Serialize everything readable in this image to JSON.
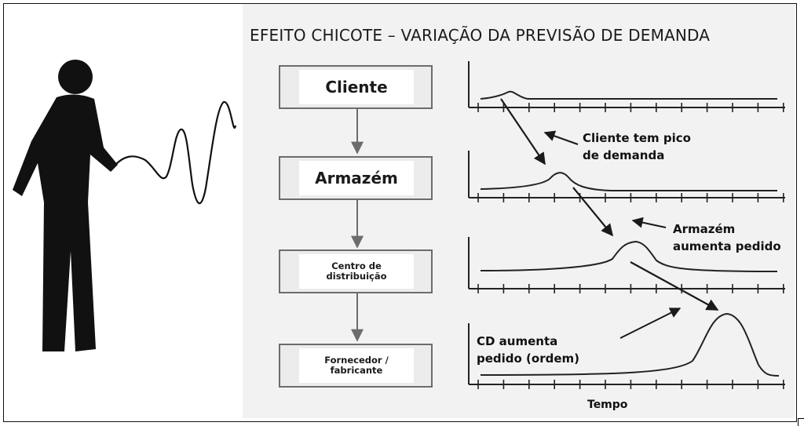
{
  "title": "EFEITO CHICOTE – VARIAÇÃO DA PREVISÃO DE DEMANDA",
  "boxes": {
    "cliente": "Cliente",
    "armazem": "Armazém",
    "centro_line1": "Centro de",
    "centro_line2": "distribuição",
    "fornecedor_line1": "Fornecedor /",
    "fornecedor_line2": "fabricante"
  },
  "annotations": {
    "cliente_pico_line1": "Cliente tem pico",
    "cliente_pico_line2": "de demanda",
    "armazem_line1": "Armazém",
    "armazem_line2": "aumenta pedido",
    "cd_line1": "CD aumenta",
    "cd_line2": "pedido (ordem)"
  },
  "x_axis_label": "Tempo",
  "icons": [
    "person-with-whip-icon"
  ],
  "colors": {
    "background": "#ffffff",
    "panel": "#f2f2f2",
    "ink": "#1a1a1a",
    "box_border": "#6c6c6c"
  }
}
